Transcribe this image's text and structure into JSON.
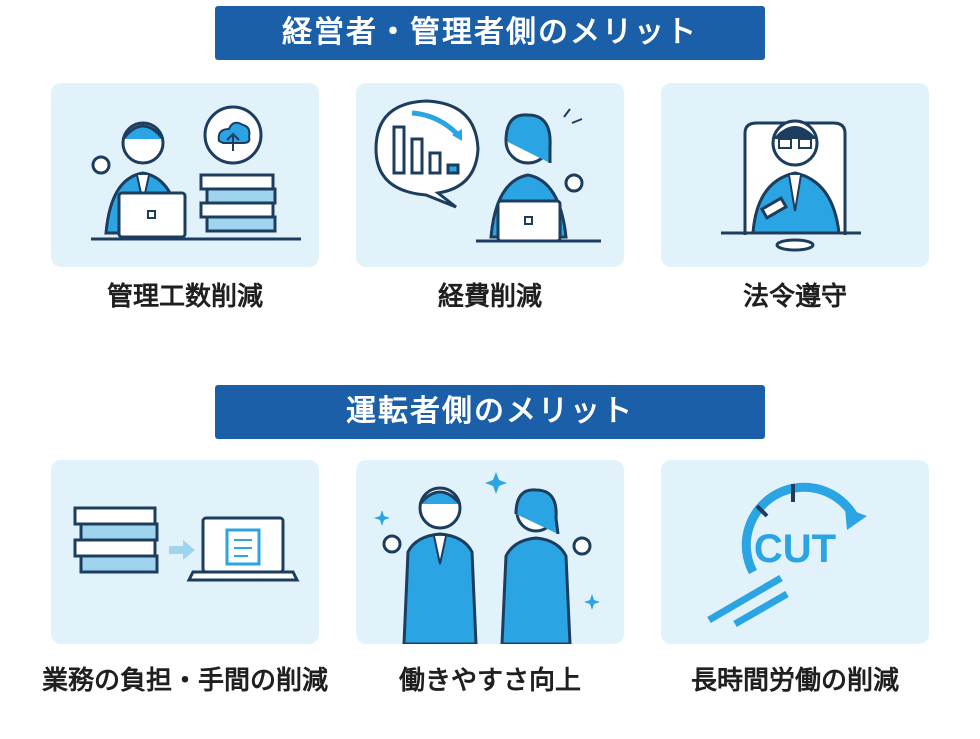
{
  "sections": [
    {
      "title": "経営者・管理者側のメリット",
      "items": [
        {
          "label": "管理工数削減",
          "icon": "manager-laptop-cloud-icon"
        },
        {
          "label": "経費削減",
          "icon": "cost-down-chart-icon"
        },
        {
          "label": "法令遵守",
          "icon": "judge-gavel-icon"
        }
      ]
    },
    {
      "title": "運転者側のメリット",
      "items": [
        {
          "label": "業務の負担・手間の削減",
          "icon": "documents-to-laptop-icon"
        },
        {
          "label": "働きやすさ向上",
          "icon": "happy-workers-icon"
        },
        {
          "label": "長時間労働の削減",
          "icon": "cut-clock-icon"
        }
      ]
    }
  ],
  "colors": {
    "banner": "#1a5fa8",
    "card": "#e2f2fa",
    "accent": "#2aa4e2",
    "ink": "#1c3d5e"
  }
}
